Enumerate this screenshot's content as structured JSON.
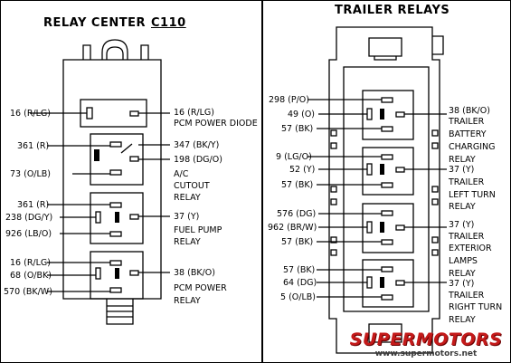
{
  "left": {
    "title": "RELAY  CENTER",
    "connector": "C110",
    "labels": {
      "pin1_left": "16 (R/LG)",
      "pin1_right": "16 (R/LG)",
      "pcm_power_diode": "PCM POWER DIODE",
      "r2_left1": "361 (R)",
      "r2_left2": "73 (O/LB)",
      "r2_right1": "347 (BK/Y)",
      "r2_right2": "198 (DG/O)",
      "r2_name1": "A/C",
      "r2_name2": "CUTOUT",
      "r2_name3": "RELAY",
      "r3_left1": "361 (R)",
      "r3_left2": "238 (DG/Y)",
      "r3_left3": "926 (LB/O)",
      "r3_right1": "37 (Y)",
      "r3_name1": "FUEL PUMP",
      "r3_name2": "RELAY",
      "r4_left1": "16 (R/LG)",
      "r4_left2": "68 (O/BK)",
      "r4_left3": "570 (BK/W)",
      "r4_right1": "38 (BK/O)",
      "r4_name1": "PCM POWER",
      "r4_name2": "RELAY"
    }
  },
  "right": {
    "title": "TRAILER RELAYS",
    "labels": {
      "a_left1": "298 (P/O)",
      "a_left2": "49 (O)",
      "a_left3": "57 (BK)",
      "a_right1": "38 (BK/O)",
      "a_name1": "TRAILER",
      "a_name2": "BATTERY",
      "a_name3": "CHARGING",
      "a_name4": "RELAY",
      "b_left1": "9 (LG/O)",
      "b_left2": "52 (Y)",
      "b_left3": "57 (BK)",
      "b_right1": "37 (Y)",
      "b_name1": "TRAILER",
      "b_name2": "LEFT TURN",
      "b_name3": "RELAY",
      "c_left1": "576 (DG)",
      "c_left2": "962 (BR/W)",
      "c_left3": "57 (BK)",
      "c_right1": "37 (Y)",
      "c_name1": "TRAILER",
      "c_name2": "EXTERIOR",
      "c_name3": "LAMPS",
      "c_name4": "RELAY",
      "d_left1": "57 (BK)",
      "d_left2": "64 (DG)",
      "d_left3": "5 (O/LB)",
      "d_right1": "37 (Y)",
      "d_name1": "TRAILER",
      "d_name2": "RIGHT TURN",
      "d_name3": "RELAY"
    }
  },
  "watermark": {
    "logo": "SUPERMOTORS",
    "url": "www.supermotors.net"
  }
}
